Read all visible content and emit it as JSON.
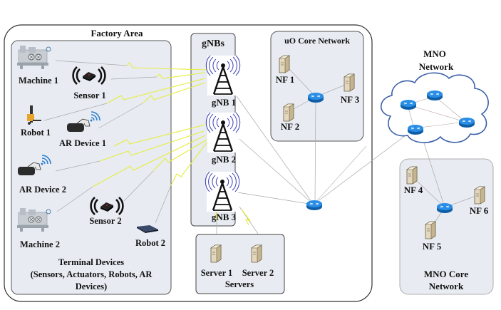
{
  "factory": {
    "title": "Factory Area",
    "terminal_devices": {
      "title_line1": "Terminal Devices",
      "title_line2": "(Sensors, Actuators, Robots, AR",
      "title_line3": "Devices)",
      "devices": [
        {
          "id": "machine1",
          "label": "Machine 1",
          "icon": "machine-icon"
        },
        {
          "id": "sensor1",
          "label": "Sensor 1",
          "icon": "sensor-icon"
        },
        {
          "id": "robot1",
          "label": "Robot 1",
          "icon": "forklift-robot-icon"
        },
        {
          "id": "ar1",
          "label": "AR Device 1",
          "icon": "vr-headset-icon"
        },
        {
          "id": "ar2",
          "label": "AR Device 2",
          "icon": "vr-headset-icon"
        },
        {
          "id": "sensor2",
          "label": "Sensor 2",
          "icon": "sensor-icon"
        },
        {
          "id": "machine2",
          "label": "Machine 2",
          "icon": "machine-icon"
        },
        {
          "id": "robot2",
          "label": "Robot 2",
          "icon": "vacuum-robot-icon"
        }
      ]
    },
    "gnbs": {
      "title": "gNBs",
      "items": [
        {
          "id": "gnb1",
          "label": "gNB 1",
          "icon": "antenna-tower-icon"
        },
        {
          "id": "gnb2",
          "label": "gNB 2",
          "icon": "antenna-tower-icon"
        },
        {
          "id": "gnb3",
          "label": "gNB 3",
          "icon": "antenna-tower-icon"
        }
      ]
    },
    "servers": {
      "title": "Servers",
      "items": [
        {
          "id": "server1",
          "label": "Server 1",
          "icon": "server-icon"
        },
        {
          "id": "server2",
          "label": "Server 2",
          "icon": "server-icon"
        }
      ]
    },
    "uo_core": {
      "title": "uO Core Network",
      "nfs": [
        {
          "id": "nf1",
          "label": "NF 1"
        },
        {
          "id": "nf2",
          "label": "NF 2"
        },
        {
          "id": "nf3",
          "label": "NF 3"
        }
      ]
    }
  },
  "mno_network": {
    "title_line1": "MNO",
    "title_line2": "Network"
  },
  "mno_core": {
    "title_line1": "MNO Core",
    "title_line2": "Network",
    "nfs": [
      {
        "id": "nf4",
        "label": "NF 4"
      },
      {
        "id": "nf5",
        "label": "NF 5"
      },
      {
        "id": "nf6",
        "label": "NF 6"
      }
    ]
  },
  "colors": {
    "panel_fill": "#e8ecf2",
    "panel_stroke": "#555555",
    "wireless_link": "#e8ee3a",
    "wired_link": "#aaaaaa",
    "router": "#1f7fd6",
    "cloud_stroke": "#3a5fa8",
    "antenna_waves": "#3b3fb0"
  }
}
